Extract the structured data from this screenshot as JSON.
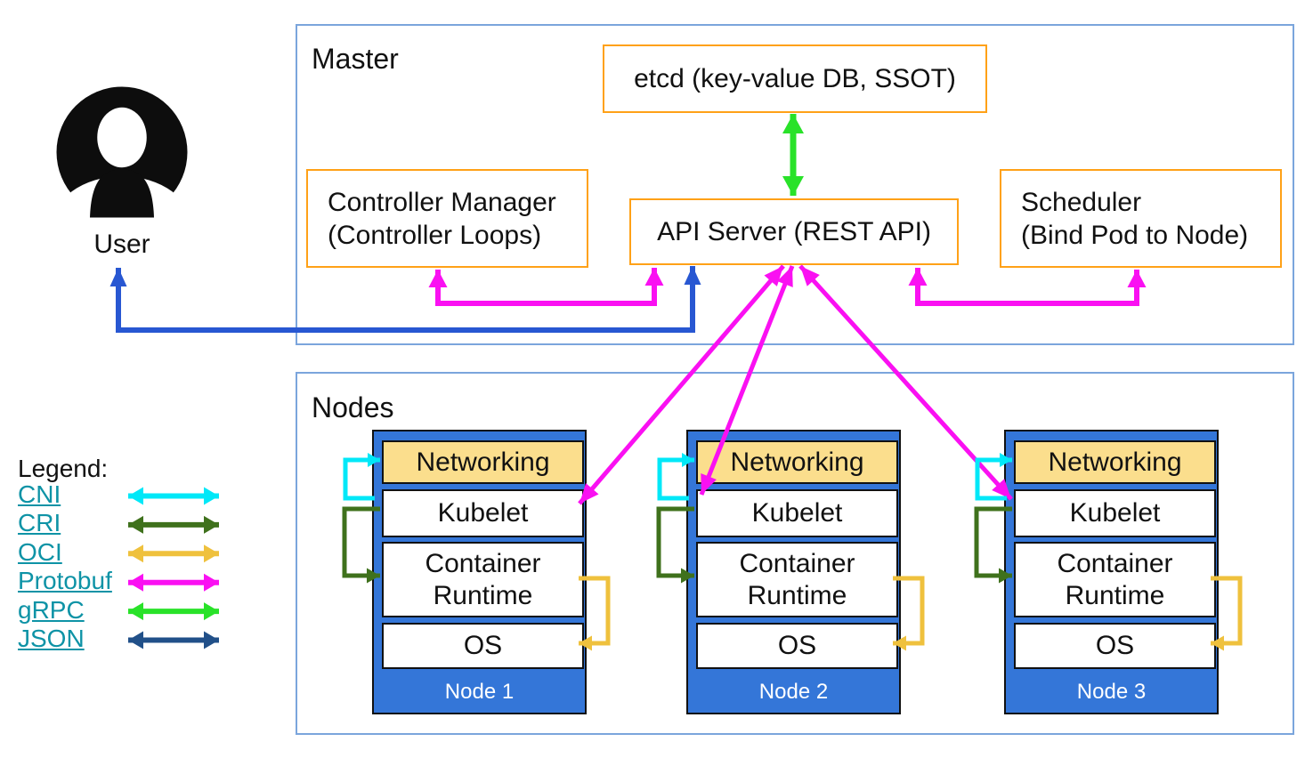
{
  "user": {
    "label": "User"
  },
  "master": {
    "title": "Master",
    "etcd_label": "etcd (key-value DB, SSOT)",
    "controller_manager_line1": "Controller Manager",
    "controller_manager_line2": "(Controller Loops)",
    "api_server_label": "API Server (REST API)",
    "scheduler_line1": "Scheduler",
    "scheduler_line2": "(Bind Pod to Node)"
  },
  "nodes_section": {
    "title": "Nodes",
    "layers": [
      "Networking",
      "Kubelet",
      "Container Runtime",
      "OS"
    ],
    "nodes": [
      {
        "name": "Node 1"
      },
      {
        "name": "Node 2"
      },
      {
        "name": "Node 3"
      }
    ]
  },
  "legend": {
    "title": "Legend:",
    "items": [
      {
        "label": "CNI",
        "color": "#00E8F8"
      },
      {
        "label": "CRI",
        "color": "#3F711C"
      },
      {
        "label": "OCI",
        "color": "#EFC13D"
      },
      {
        "label": "Protobuf",
        "color": "#FA10F2"
      },
      {
        "label": "gRPC",
        "color": "#29E229"
      },
      {
        "label": "JSON",
        "color": "#215089"
      }
    ]
  },
  "colors": {
    "container_border": "#7BA5DC",
    "component_border": "#FFA117",
    "node_fill": "#3476D8",
    "networking_fill": "#FBDE8D",
    "node_label_text": "#FFFFFF",
    "user_arrow": "#2857D2",
    "legend_link_text": "#0E93A6"
  }
}
